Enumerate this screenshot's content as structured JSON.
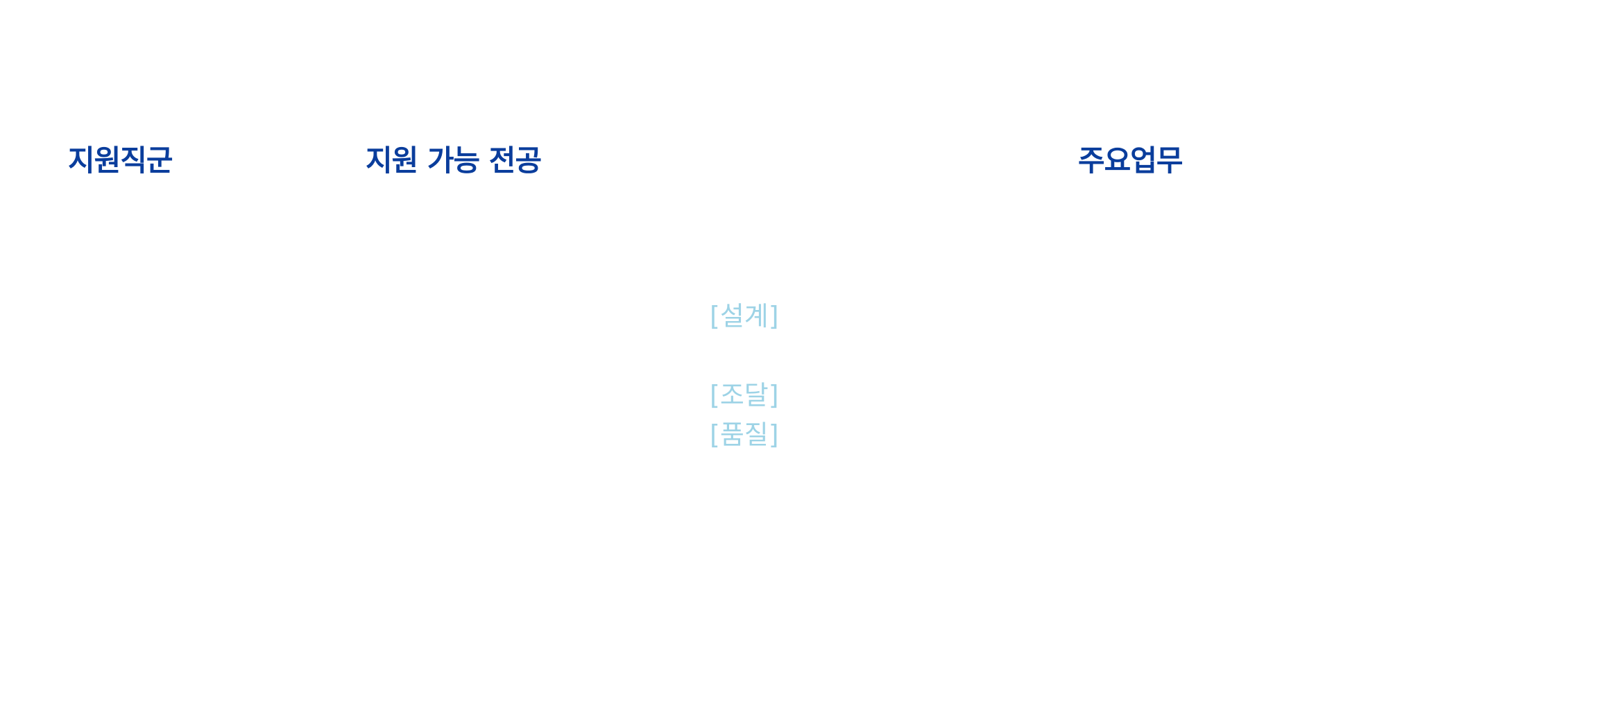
{
  "colors": {
    "background": "#ffffff",
    "header_text": "#0a3d9c",
    "section_label": "#9dd3e6",
    "hidden_text": "#ffffff"
  },
  "table": {
    "headers": {
      "job_category": "지원직군",
      "eligible_majors": "지원 가능 전공",
      "main_duties": "주요업무"
    },
    "duty_lines": [
      {
        "label": "[설계]",
        "visible": true
      },
      {
        "label": "",
        "visible": false
      },
      {
        "label": "[조달]",
        "visible": true
      },
      {
        "label": "[품질]",
        "visible": true
      }
    ]
  }
}
